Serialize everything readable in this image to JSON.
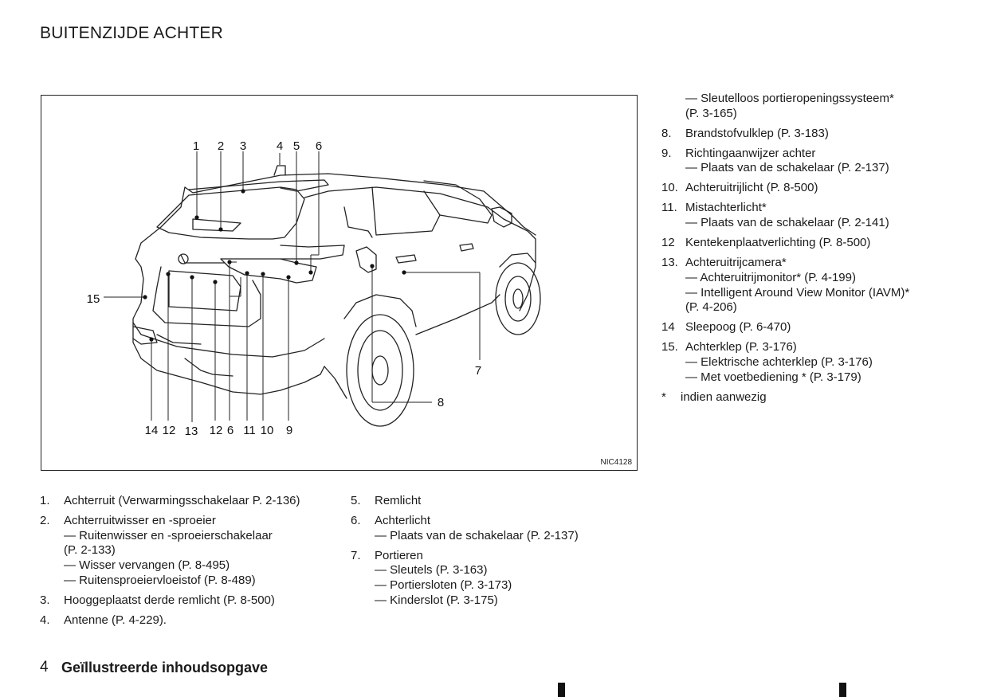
{
  "page_title": "BUITENZIJDE ACHTER",
  "figure": {
    "code": "NIC4128",
    "callouts": {
      "c1": "1",
      "c2": "2",
      "c3": "3",
      "c4": "4",
      "c5": "5",
      "c6": "6",
      "c7": "7",
      "c8": "8",
      "c15": "15",
      "b14": "14",
      "b12a": "12",
      "b13": "13",
      "b12b": "12",
      "b6": "6",
      "b11": "11",
      "b10": "10",
      "b9": "9"
    }
  },
  "left_column": [
    {
      "num": "1.",
      "lines": [
        "Achterruit (Verwarmingsschakelaar P. 2-136)"
      ]
    },
    {
      "num": "2.",
      "lines": [
        "Achterruitwisser en -sproeier",
        "— Ruitenwisser en -sproeierschakelaar",
        "(P. 2-133)",
        "— Wisser vervangen (P. 8-495)",
        "— Ruitensproeiervloeistof (P. 8-489)"
      ]
    },
    {
      "num": "3.",
      "lines": [
        "Hooggeplaatst derde remlicht (P. 8-500)"
      ]
    },
    {
      "num": "4.",
      "lines": [
        "Antenne (P. 4-229)."
      ]
    }
  ],
  "middle_column": [
    {
      "num": "5.",
      "lines": [
        "Remlicht"
      ]
    },
    {
      "num": "6.",
      "lines": [
        "Achterlicht",
        "— Plaats van de schakelaar (P. 2-137)"
      ]
    },
    {
      "num": "7.",
      "lines": [
        "Portieren",
        "— Sleutels (P. 3-163)",
        "— Portiersloten (P. 3-173)",
        "— Kinderslot (P. 3-175)"
      ]
    }
  ],
  "right_column": [
    {
      "num": "",
      "lines": [
        "— Sleutelloos portieropeningssysteem*",
        "(P. 3-165)"
      ]
    },
    {
      "num": "8.",
      "lines": [
        "Brandstofvulklep (P. 3-183)"
      ]
    },
    {
      "num": "9.",
      "lines": [
        "Richtingaanwijzer achter",
        "— Plaats van de schakelaar (P. 2-137)"
      ]
    },
    {
      "num": "10.",
      "lines": [
        "Achteruitrijlicht (P. 8-500)"
      ]
    },
    {
      "num": "11.",
      "lines": [
        "Mistachterlicht*",
        "— Plaats van de schakelaar (P. 2-141)"
      ]
    },
    {
      "num": "12",
      "lines": [
        "Kentekenplaatverlichting (P. 8-500)"
      ]
    },
    {
      "num": "13.",
      "lines": [
        "Achteruitrijcamera*",
        "— Achteruitrijmonitor* (P. 4-199)",
        "— Intelligent Around View Monitor (IAVM)*",
        "(P. 4-206)"
      ]
    },
    {
      "num": "14",
      "lines": [
        "Sleepoog (P. 6-470)"
      ]
    },
    {
      "num": "15.",
      "lines": [
        "Achterklep (P. 3-176)",
        "— Elektrische achterklep (P. 3-176)",
        "— Met voetbediening * (P. 3-179)"
      ]
    },
    {
      "num": "*",
      "lines": [
        "indien aanwezig"
      ]
    }
  ],
  "footer": {
    "page_number": "4",
    "section_title": "Geïllustreerde inhoudsopgave"
  }
}
